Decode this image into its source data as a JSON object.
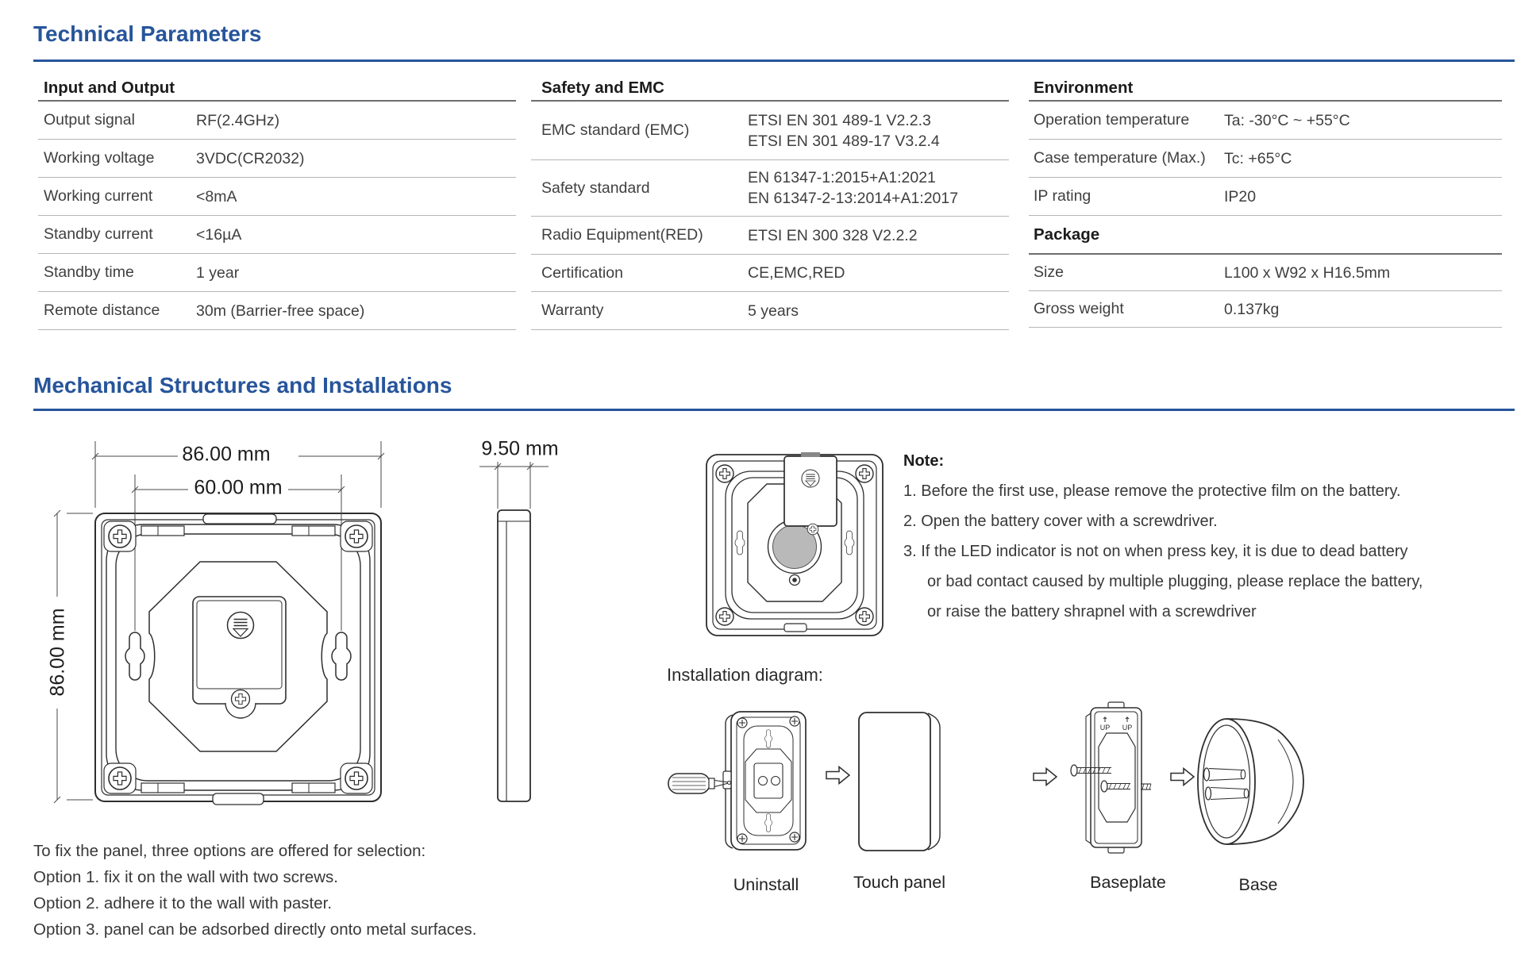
{
  "page": {
    "accent_color": "#27559b"
  },
  "headings": {
    "technical": "Technical Parameters",
    "mechanical": "Mechanical Structures and Installations"
  },
  "tables": {
    "input_output": {
      "header": "Input and Output",
      "rows": [
        {
          "label": "Output signal",
          "value": "RF(2.4GHz)"
        },
        {
          "label": "Working voltage",
          "value": "3VDC(CR2032)"
        },
        {
          "label": "Working current",
          "value": "<8mA"
        },
        {
          "label": "Standby current",
          "value": "<16µA"
        },
        {
          "label": "Standby time",
          "value": "1 year"
        },
        {
          "label": "Remote distance",
          "value": "30m (Barrier-free space)"
        }
      ]
    },
    "safety_emc": {
      "header": "Safety and EMC",
      "rows": [
        {
          "label": "EMC standard (EMC)",
          "value_lines": [
            "ETSI EN 301 489-1 V2.2.3",
            "ETSI EN 301 489-17 V3.2.4"
          ]
        },
        {
          "label": "Safety standard",
          "value_lines": [
            "EN 61347-1:2015+A1:2021",
            "EN 61347-2-13:2014+A1:2017"
          ]
        },
        {
          "label": "Radio Equipment(RED)",
          "value_lines": [
            "ETSI EN 300 328 V2.2.2"
          ]
        },
        {
          "label": "Certification",
          "value_lines": [
            "CE,EMC,RED"
          ]
        },
        {
          "label": "Warranty",
          "value_lines": [
            "5 years"
          ]
        }
      ]
    },
    "environment": {
      "header": "Environment",
      "rows": [
        {
          "label": "Operation temperature",
          "value": "Ta: -30°C ~ +55°C"
        },
        {
          "label": "Case temperature (Max.)",
          "value": "Tc: +65°C"
        },
        {
          "label": "IP rating",
          "value": "IP20"
        }
      ]
    },
    "package": {
      "header": "Package",
      "rows": [
        {
          "label": "Size",
          "value": "L100 x W92 x H16.5mm"
        },
        {
          "label": "Gross weight",
          "value": "0.137kg"
        }
      ]
    }
  },
  "mechanical": {
    "dimensions": {
      "width": "86.00 mm",
      "inner_width": "60.00 mm",
      "height": "86.00 mm",
      "depth": "9.50 mm"
    },
    "note": {
      "title": "Note:",
      "lines": [
        "1. Before the first use, please remove the protective film on the battery.",
        "2. Open the battery cover with a screwdriver.",
        "3. If the LED indicator is not on when press key, it is due to dead battery",
        "or bad contact caused by multiple plugging, please replace the battery,",
        "or raise the battery shrapnel with a screwdriver"
      ]
    },
    "installation": {
      "title": "Installation diagram:",
      "up_label": "UP",
      "steps": [
        "Uninstall",
        "Touch panel",
        "Baseplate",
        "Base"
      ]
    },
    "fixing": {
      "lines": [
        "To fix the panel, three options are offered for selection:",
        "Option 1. fix it on the wall with two screws.",
        "Option 2. adhere it to the wall with paster.",
        "Option 3. panel can be adsorbed directly onto metal surfaces."
      ]
    }
  }
}
